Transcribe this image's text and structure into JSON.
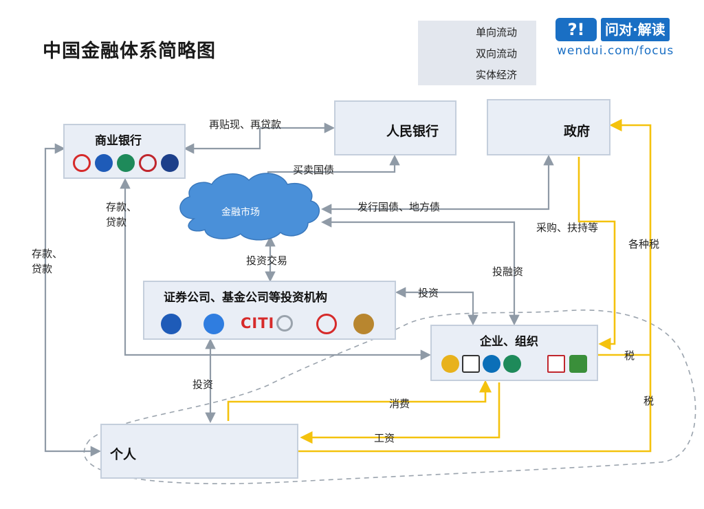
{
  "title": "中国金融体系简略图",
  "legend": {
    "items": [
      {
        "label": "单向流动"
      },
      {
        "label": "双向流动"
      },
      {
        "label": "实体经济"
      }
    ]
  },
  "brand": {
    "qa": "?!",
    "name": "问对·解读",
    "url": "wendui.com/focus"
  },
  "nodes": {
    "commercial_bank": "商业银行",
    "pboc": "人民银行",
    "government": "政府",
    "financial_market": "金融市场",
    "securities": "证券公司、基金公司等投资机构",
    "enterprise": "企业、组织",
    "individual": "个人"
  },
  "securities_logos": {
    "citi": "CITI"
  },
  "flows": {
    "rediscount": "再贴现、再贷款",
    "bond_trading": "买卖国债",
    "issue_bonds": "发行国债、地方债",
    "deposit_loan_1": "存款、",
    "deposit_loan_2": "贷款",
    "deposit_loan_3": "存款、",
    "deposit_loan_4": "贷款",
    "invest_trade": "投资交易",
    "invest_finance": "投融资",
    "invest_1": "投资",
    "invest_2": "投资",
    "procurement": "采购、扶持等",
    "taxes": "各种税",
    "tax_1": "税",
    "tax_2": "税",
    "consumption": "消费",
    "wages": "工资"
  },
  "colors": {
    "one_way": "#f4c20d",
    "two_way": "#8f9aa6",
    "box_fill": "#e9eef6",
    "cloud": "#4a90d9",
    "brand": "#1a6fc4"
  }
}
